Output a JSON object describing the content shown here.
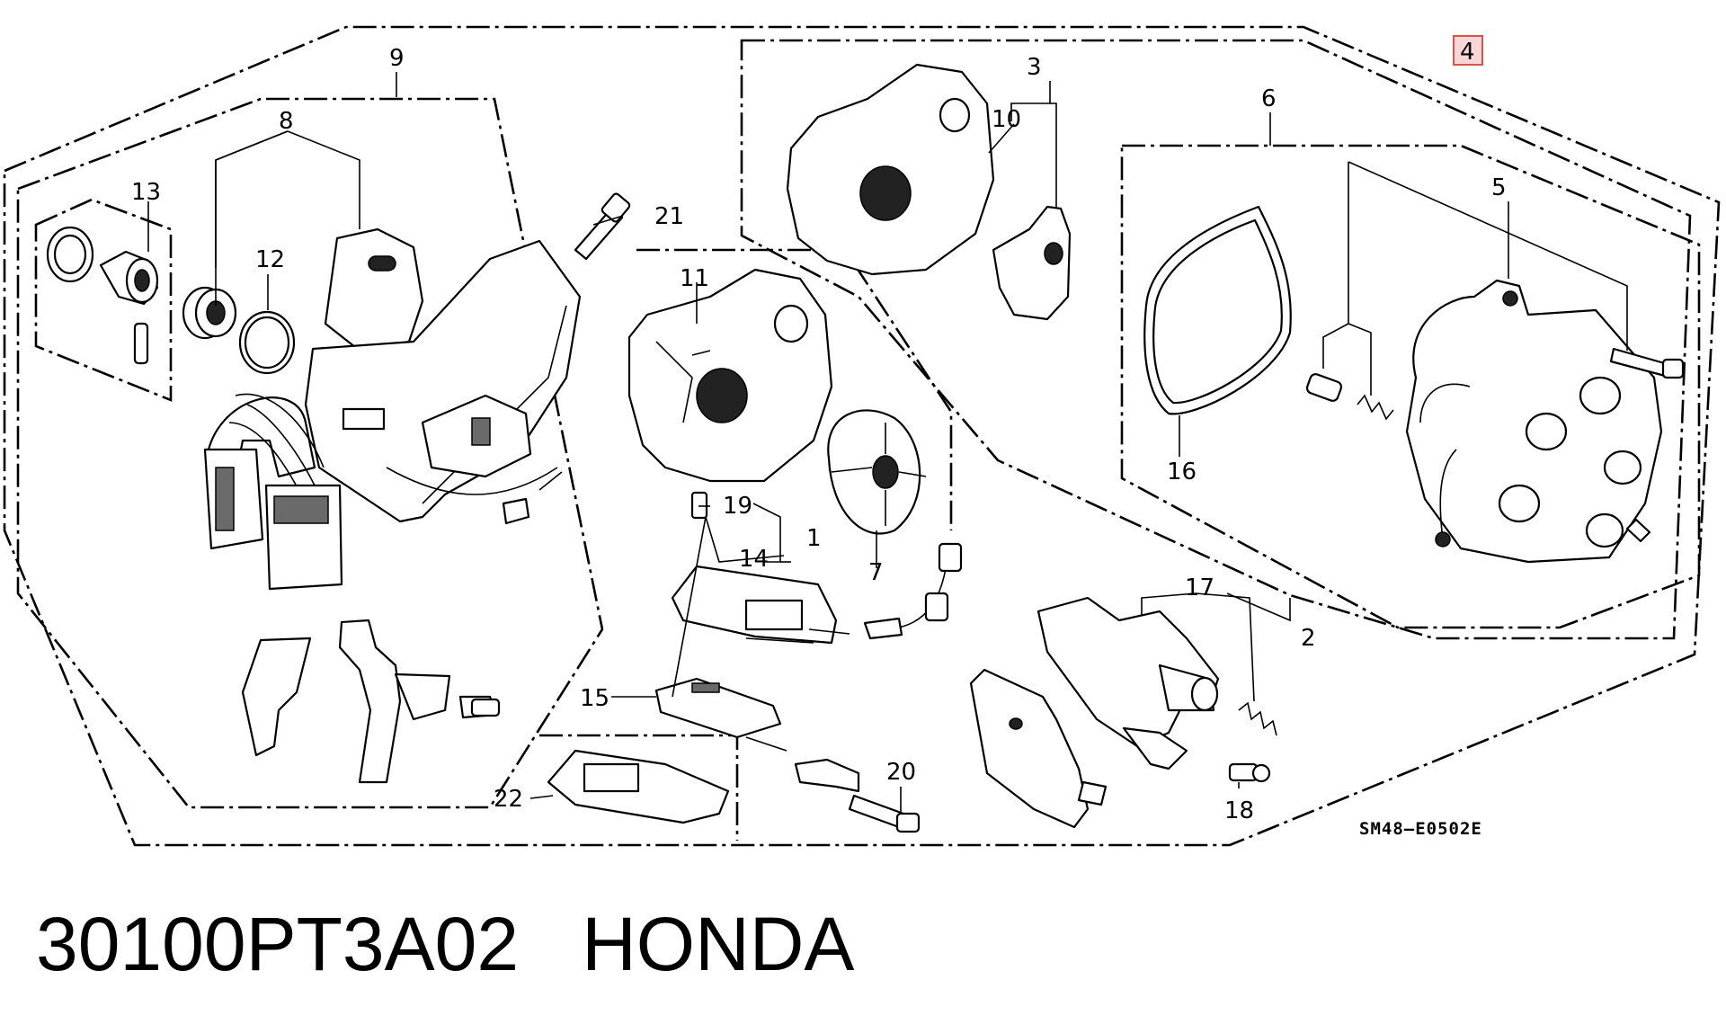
{
  "diagram": {
    "reference_code": "SM48–E0502E",
    "highlighted_callout": "4",
    "callouts": [
      "1",
      "2",
      "3",
      "4",
      "5",
      "6",
      "7",
      "8",
      "9",
      "10",
      "11",
      "12",
      "13",
      "14",
      "15",
      "16",
      "17",
      "18",
      "19",
      "20",
      "21",
      "22"
    ]
  },
  "caption": {
    "part_number": "30100PT3A02",
    "brand": "HONDA"
  },
  "colors": {
    "highlight": "#d9534f",
    "ink": "#000000",
    "background": "#ffffff"
  }
}
